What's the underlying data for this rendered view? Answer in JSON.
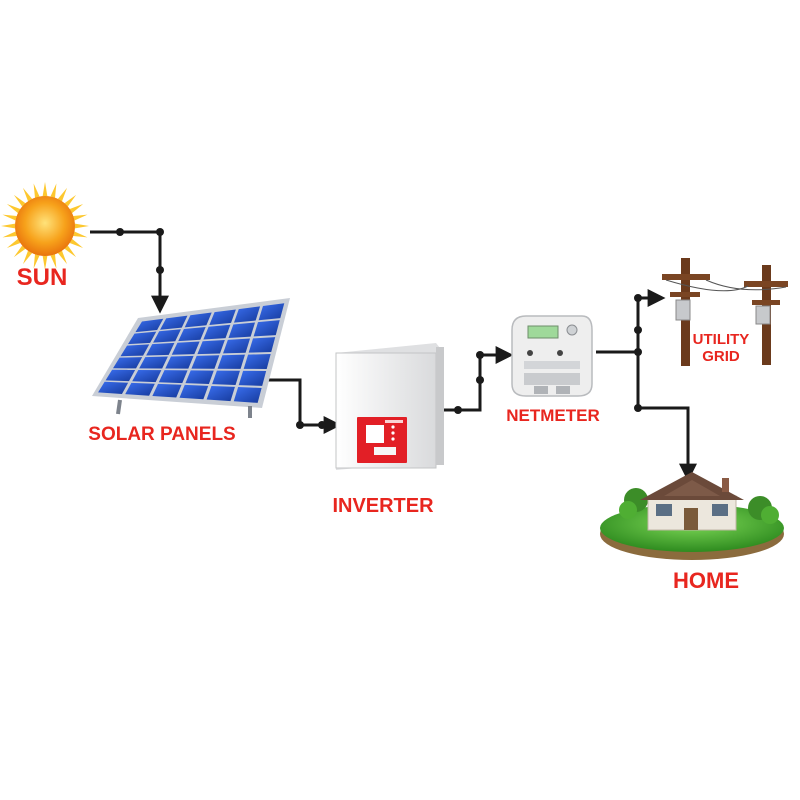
{
  "labels": {
    "sun": "SUN",
    "solar_panels": "SOLAR PANELS",
    "inverter": "INVERTER",
    "netmeter": "NETMETER",
    "utility_grid_line1": "UTILITY",
    "utility_grid_line2": "GRID",
    "home": "HOME"
  },
  "colors": {
    "label": "#e8261f",
    "wire": "#1a1a1a",
    "sun_core": "#f7a21b",
    "sun_rays": "#fdc82f",
    "panel_cell": "#1f4fc4",
    "panel_frame": "#c9ced6",
    "inverter_body": "#f2f2f2",
    "inverter_front": "#e21f26",
    "meter_display": "#9fd99a",
    "pole": "#6b3a1c",
    "grass": "#3fa62b",
    "roof": "#6b4a3a"
  },
  "icons": [
    "sun-icon",
    "solar-panel-icon",
    "inverter-icon",
    "netmeter-icon",
    "utility-pole-icon",
    "house-icon"
  ]
}
